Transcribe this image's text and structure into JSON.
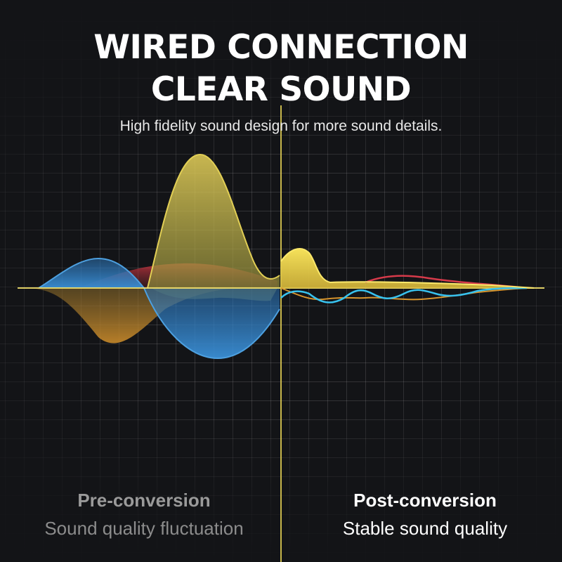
{
  "headline": {
    "line1": "WIRED CONNECTION",
    "line2": "CLEAR SOUND"
  },
  "subtitle": "High fidelity sound design for more sound details.",
  "captions": {
    "pre": {
      "title": "Pre-conversion",
      "subtitle": "Sound quality fluctuation"
    },
    "post": {
      "title": "Post-conversion",
      "subtitle": "Stable sound quality"
    }
  },
  "colors": {
    "background": "#131417",
    "yellow": "#f2dc4a",
    "blue": "#3a8fd6",
    "cyan": "#38c2ee",
    "red": "#d63a4a",
    "orange": "#d9962e"
  }
}
